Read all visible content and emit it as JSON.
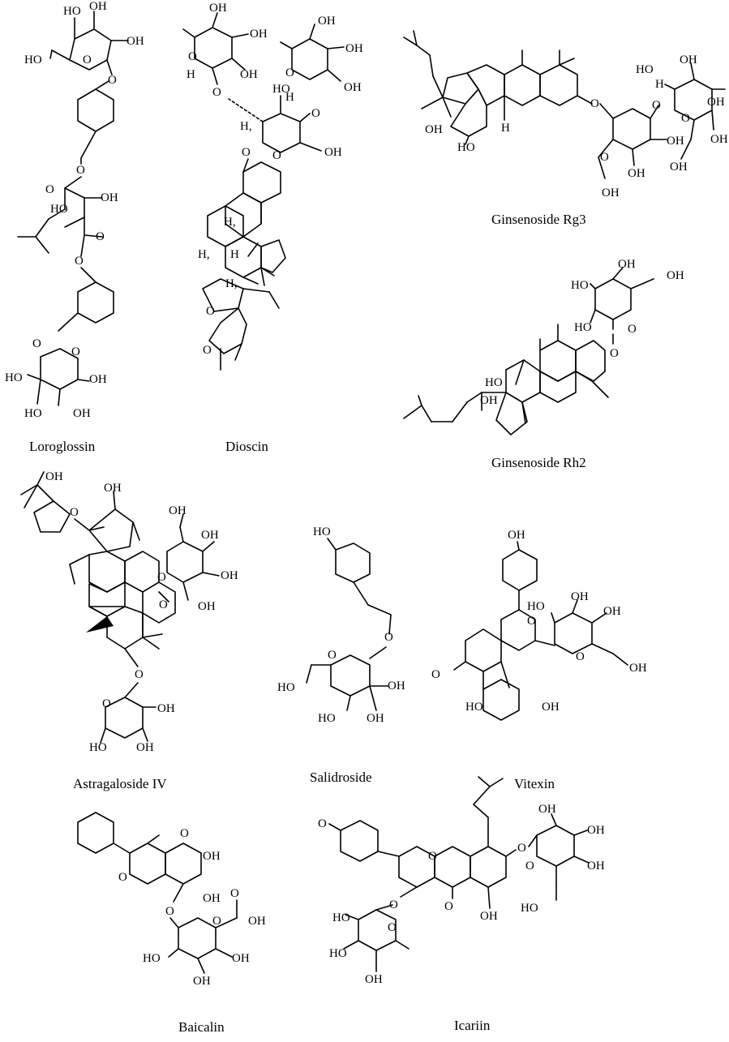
{
  "compounds": [
    {
      "name": "Loroglossin"
    },
    {
      "name": "Dioscin"
    },
    {
      "name": "Ginsenoside Rg3"
    },
    {
      "name": "Ginsenoside Rh2"
    },
    {
      "name": "Astragaloside IV"
    },
    {
      "name": "Salidroside"
    },
    {
      "name": "Vitexin"
    },
    {
      "name": "Baicalin"
    },
    {
      "name": "Icariin"
    }
  ],
  "atom_labels": {
    "oh": "OH",
    "ho": "HO",
    "o": "O",
    "h": "H",
    "h_dot": "H,"
  },
  "colors": {
    "ink": "#000000",
    "background": "#ffffff"
  }
}
